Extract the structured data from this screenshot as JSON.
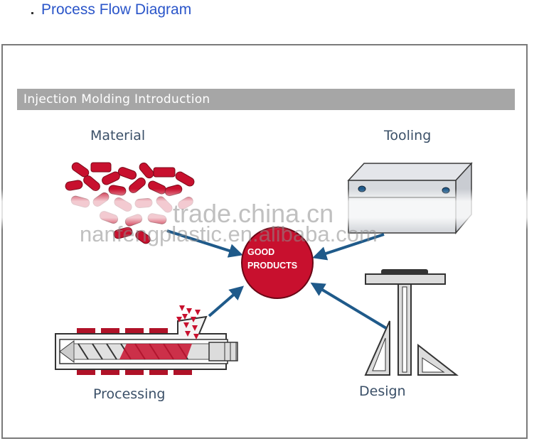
{
  "header": {
    "link_text": "Process Flow Diagram"
  },
  "diagram": {
    "title": "Injection Molding Introduction",
    "center_label_line1": "GOOD",
    "center_label_line2": "PRODUCTS",
    "nodes": {
      "material": "Material",
      "tooling": "Tooling",
      "processing": "Processing",
      "design": "Design"
    }
  },
  "watermark": {
    "line1": "trade.china.cn",
    "line2": "nanfengplastic.en.alibaba.com"
  },
  "colors": {
    "accent_red": "#c8102e",
    "arrow_blue": "#1f5a8a",
    "title_bar_gray": "#a6a6a6",
    "link_blue": "#2a55c9"
  }
}
